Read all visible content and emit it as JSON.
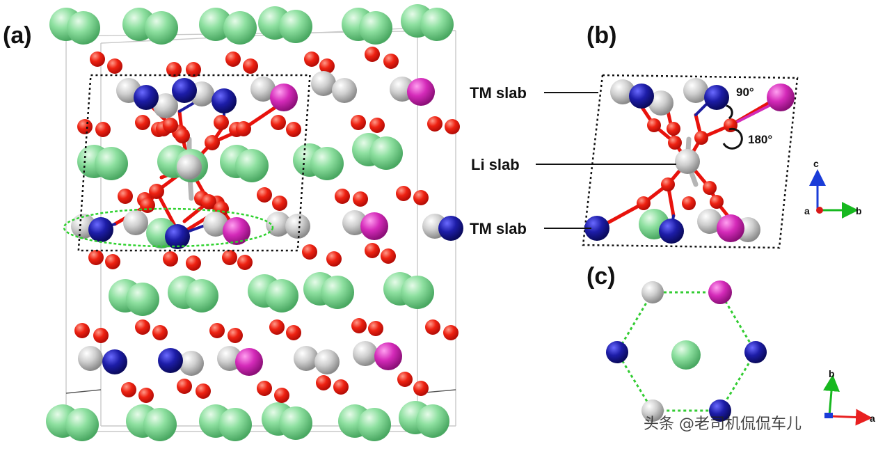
{
  "panels": {
    "a": {
      "label": "(a)"
    },
    "b": {
      "label": "(b)",
      "tm_slab_top": "TM slab",
      "li_slab": "Li slab",
      "tm_slab_bottom": "TM slab",
      "angle_90": "90°",
      "angle_180": "180°"
    },
    "c": {
      "label": "(c)"
    }
  },
  "axes_b": {
    "c": "c",
    "a": "a",
    "b": "b"
  },
  "axes_c": {
    "b": "b",
    "a": "a"
  },
  "watermark": "头条 @老司机侃侃车儿",
  "colors": {
    "li": "#7fd691",
    "o": "#e8120c",
    "tm_gray": "#c8c8c8",
    "tm_blue": "#1c1c9e",
    "tm_magenta": "#d22ab8",
    "bond": "#e8120c",
    "highlight": "#33cc33"
  }
}
